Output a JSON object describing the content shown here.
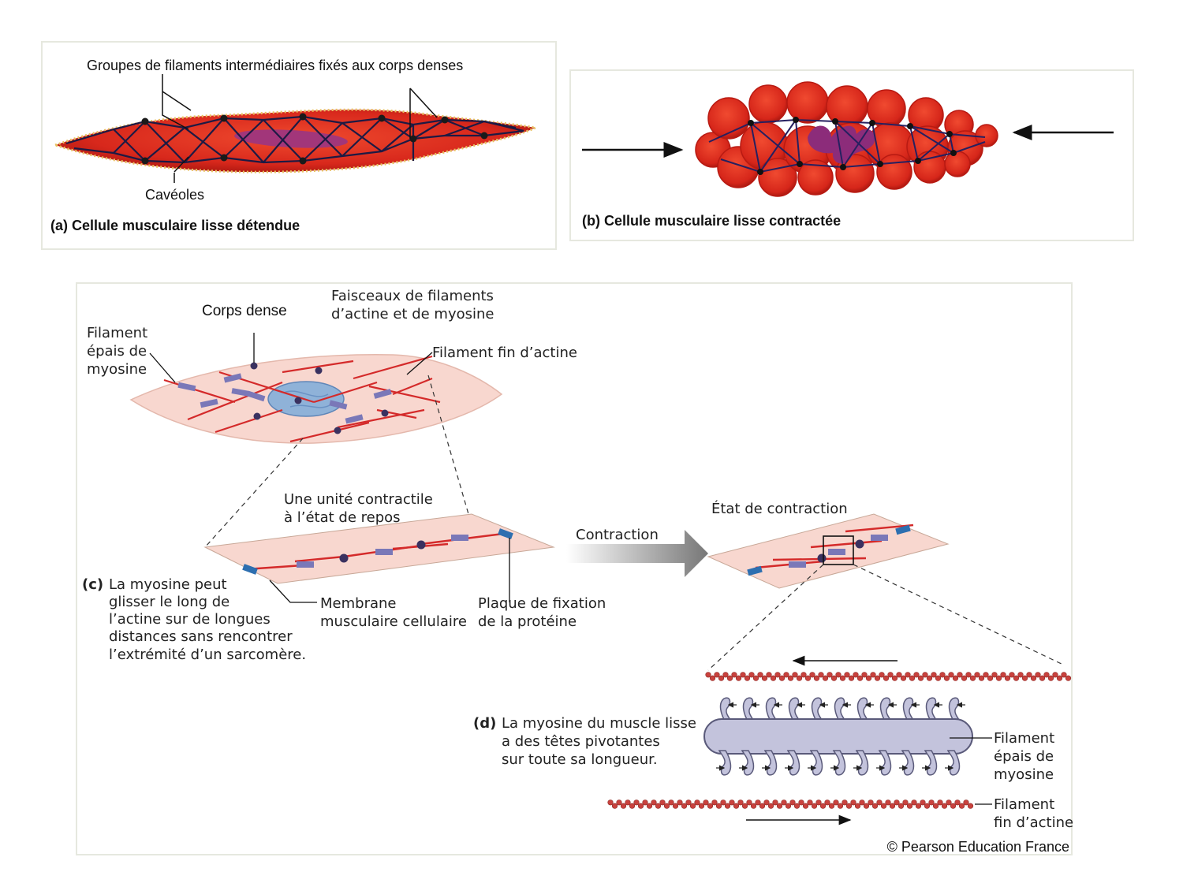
{
  "panel_a": {
    "label_groups": "Groupes de filaments intermédiaires fixés aux corps denses",
    "label_caveoles": "Cavéoles",
    "caption": "(a) Cellule musculaire lisse détendue"
  },
  "panel_b": {
    "caption": "(b) Cellule musculaire lisse contractée"
  },
  "panel_c": {
    "corps_dense": "Corps dense",
    "faisceaux_1": "Faisceaux de filaments",
    "faisceaux_2": "d’actine et de myosine",
    "filament_epais_1": "Filament",
    "filament_epais_2": "épais de",
    "filament_epais_3": "myosine",
    "filament_fin": "Filament fin d’actine",
    "unite_1": "Une unité contractile",
    "unite_2": "à l’état de repos",
    "contraction": "Contraction",
    "etat_contraction": "État de contraction",
    "membrane_1": "Membrane",
    "membrane_2": "musculaire cellulaire",
    "plaque_1": "Plaque de fixation",
    "plaque_2": "de la protéine",
    "caption_tag": "(c)",
    "caption_1": "La myosine peut",
    "caption_2": "glisser le long de",
    "caption_3": "l’actine sur de longues",
    "caption_4": "distances sans rencontrer",
    "caption_5": "l’extrémité d’un sarcomère."
  },
  "panel_d": {
    "caption_tag": "(d)",
    "caption_1": "La myosine du muscle lisse",
    "caption_2": "a des têtes pivotantes",
    "caption_3": "sur toute sa longueur.",
    "myosine_1": "Filament",
    "myosine_2": "épais de",
    "myosine_3": "myosine",
    "actine_1": "Filament",
    "actine_2": "fin d’actine"
  },
  "copyright": "© Pearson Education France",
  "colors": {
    "cell_red": "#d8281c",
    "cell_pink": "#f8d7cf",
    "actin_red": "#d42a2a",
    "myosin_purple": "#7a78b8",
    "nucleus_blue": "#8fb2d8",
    "plaque_blue": "#2d6fb0"
  }
}
